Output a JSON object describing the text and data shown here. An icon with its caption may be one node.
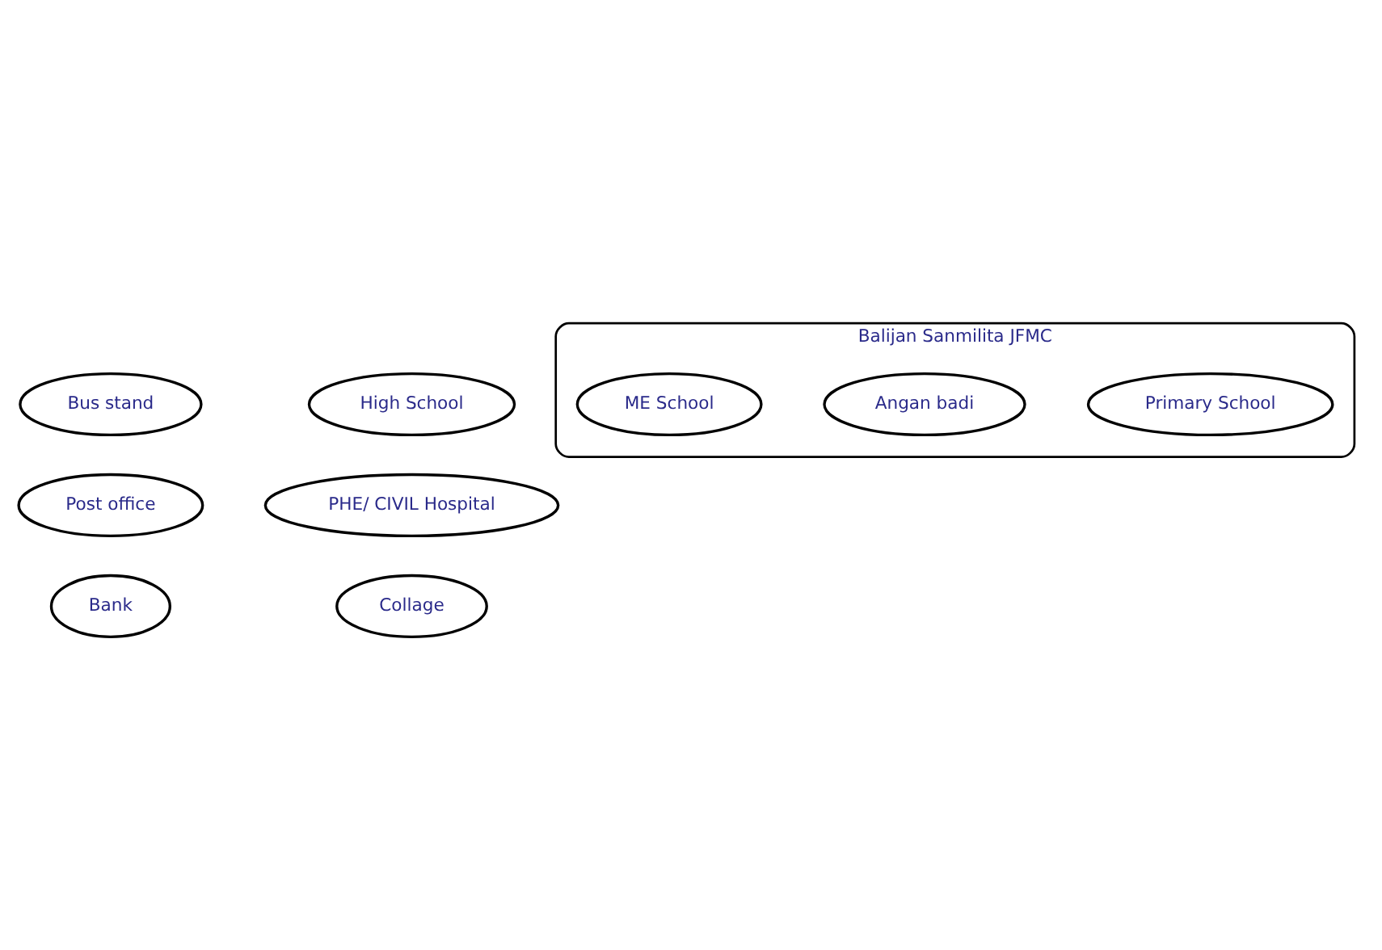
{
  "diagram": {
    "nodes": [
      {
        "text": [
          "Bus stand"
        ]
      },
      {
        "text": [
          "High School"
        ]
      },
      {
        "text": [
          "Balijan Sanmilita JFMC"
        ]
      },
      {
        "text": [
          "Primary School"
        ],
        "in": 2
      },
      {
        "text": [
          "Post office"
        ]
      },
      {
        "text": [
          "PHE/ CIVIL Hospital"
        ]
      },
      {
        "text": [
          "Angan badi"
        ],
        "in": 2
      },
      {
        "text": [
          "ME School"
        ],
        "in": 2
      },
      {
        "text": [
          "Bank"
        ]
      },
      {
        "text": [
          "Collage"
        ]
      }
    ]
  }
}
